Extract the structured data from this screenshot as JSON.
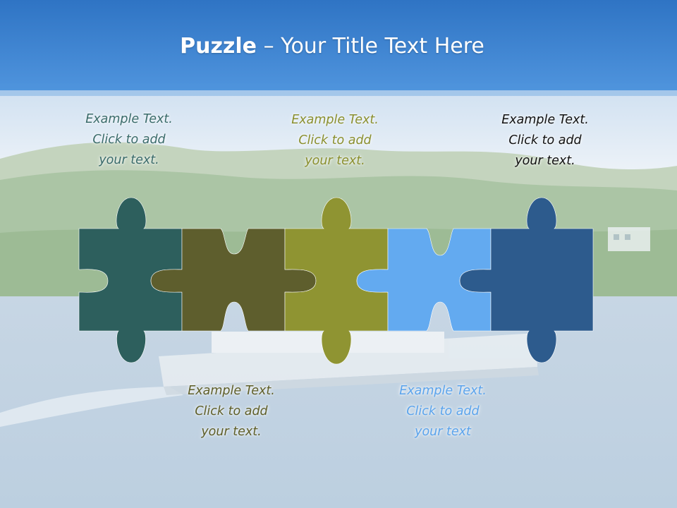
{
  "title": {
    "bold": "Puzzle",
    "rest": " – Your Title Text Here"
  },
  "pieces": [
    {
      "color": "#2d5f5d",
      "label": [
        "Example Text.",
        "Click  to add",
        "your text."
      ],
      "label_color": "#3a6b6a"
    },
    {
      "color": "#5e5e2d",
      "label": [
        "Example Text.",
        "Click  to add",
        "your text."
      ],
      "label_color": "#5e5e28"
    },
    {
      "color": "#8f9432",
      "label": [
        "Example Text.",
        "Click  to add",
        "your text."
      ],
      "label_color": "#8a8f2e"
    },
    {
      "color": "#63aaf0",
      "label": [
        "Example Text.",
        "Click  to add",
        "your text"
      ],
      "label_color": "#5aa3ec"
    },
    {
      "color": "#2d5b8d",
      "label": [
        "Example Text.",
        "Click  to add",
        "your text."
      ],
      "label_color": "#111111"
    }
  ],
  "theme": {
    "header_top": "#2f74c4",
    "header_bottom": "#4f94dd",
    "sky": "#eef3f8",
    "hills": "#a9c3a2",
    "water": "#bccfe0"
  }
}
